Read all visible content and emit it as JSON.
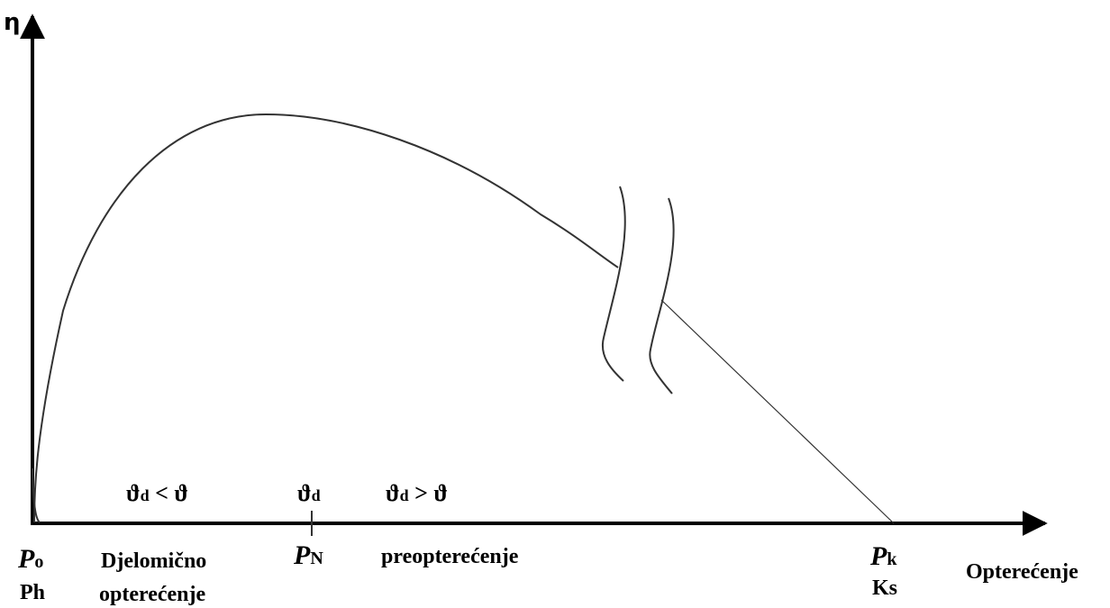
{
  "axes": {
    "y_label": "η",
    "x_label": "Opterećenje"
  },
  "markers": {
    "p0": {
      "letter": "P",
      "sub": "o",
      "code": "Ph"
    },
    "pn": {
      "letter": "P",
      "sub": "N"
    },
    "pk": {
      "letter": "P",
      "sub": "k",
      "code": "Ks"
    }
  },
  "regions": {
    "partial_line1": "Djelomično",
    "partial_line2": "opterećenje",
    "overload": "preopterećenje"
  },
  "temperature": {
    "left": {
      "theta": "ϑ",
      "sub": "d",
      "rel": " < ϑ"
    },
    "center": {
      "theta": "ϑ",
      "sub": "d"
    },
    "right": {
      "theta": "ϑ",
      "sub": "d",
      "rel": " > ϑ"
    }
  },
  "colors": {
    "ink": "#000000",
    "curve": "#333333"
  }
}
